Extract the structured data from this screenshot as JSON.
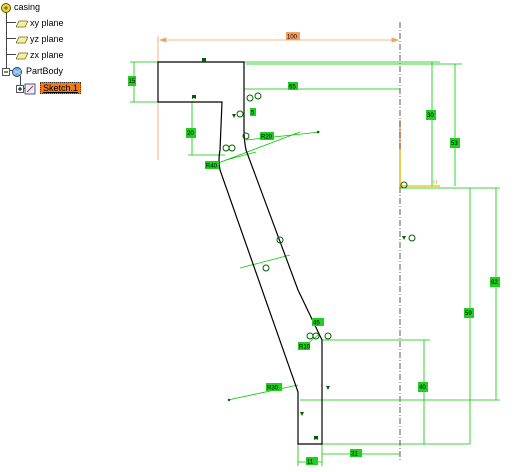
{
  "tree": {
    "root": {
      "label": "casing",
      "icon": "part-icon"
    },
    "planes": [
      {
        "label": "xy plane",
        "icon": "plane-icon"
      },
      {
        "label": "yz plane",
        "icon": "plane-icon"
      },
      {
        "label": "zx plane",
        "icon": "plane-icon"
      }
    ],
    "body": {
      "label": "PartBody",
      "icon": "body-icon"
    },
    "sketch": {
      "label": "Sketch.1",
      "icon": "sketch-icon",
      "selected": true
    }
  },
  "sketch": {
    "axis_labels": {
      "h": "H",
      "v": "V"
    },
    "dimensions": {
      "d100": "100",
      "d15": "15",
      "d65": "65",
      "d30": "30",
      "d53": "53",
      "d20": "20",
      "d5": "5",
      "r20": "R20",
      "r40": "R40",
      "d82": "82",
      "d59": "59",
      "d45": "45",
      "r10": "R10",
      "d40": "40",
      "r30": "R30",
      "d31": "31",
      "d11": "11"
    },
    "colors": {
      "dimension": "#00c800",
      "reference": "#f5a060",
      "profile": "#000000",
      "axis_h": "#e8c000",
      "label_bg": "#22cc22"
    }
  }
}
